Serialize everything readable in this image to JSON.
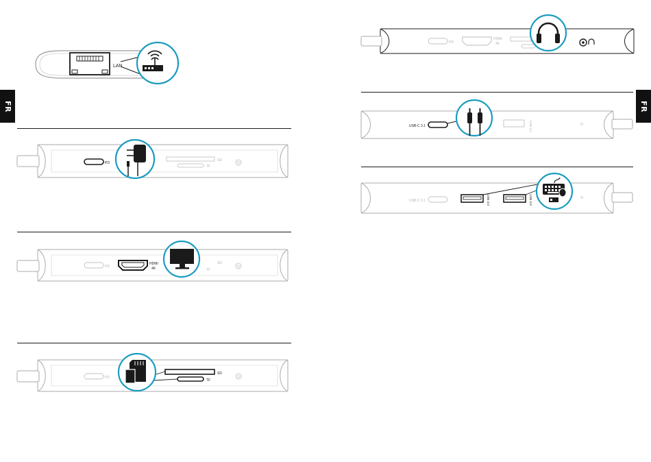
{
  "tabs": {
    "left": "FR",
    "right": "FR"
  },
  "labels": {
    "lan": "LAN",
    "pd": "PD",
    "sd": "SD",
    "tf": "TF",
    "hdmi_line1": "HDMI",
    "hdmi_line2": "4K",
    "usb_c": "USB-C 3.1",
    "usb_a": "USB 3.0"
  },
  "colors": {
    "ink": "#1a1a1a",
    "faded": "#b5b5b5",
    "tab_bg": "#111111"
  },
  "icons": [
    "ethernet-port-icon",
    "router-icon",
    "power-adapter-icon",
    "monitor-icon",
    "sd-card-icon",
    "headphones-icon",
    "usb-c-cable-icon",
    "keyboard-icon"
  ]
}
